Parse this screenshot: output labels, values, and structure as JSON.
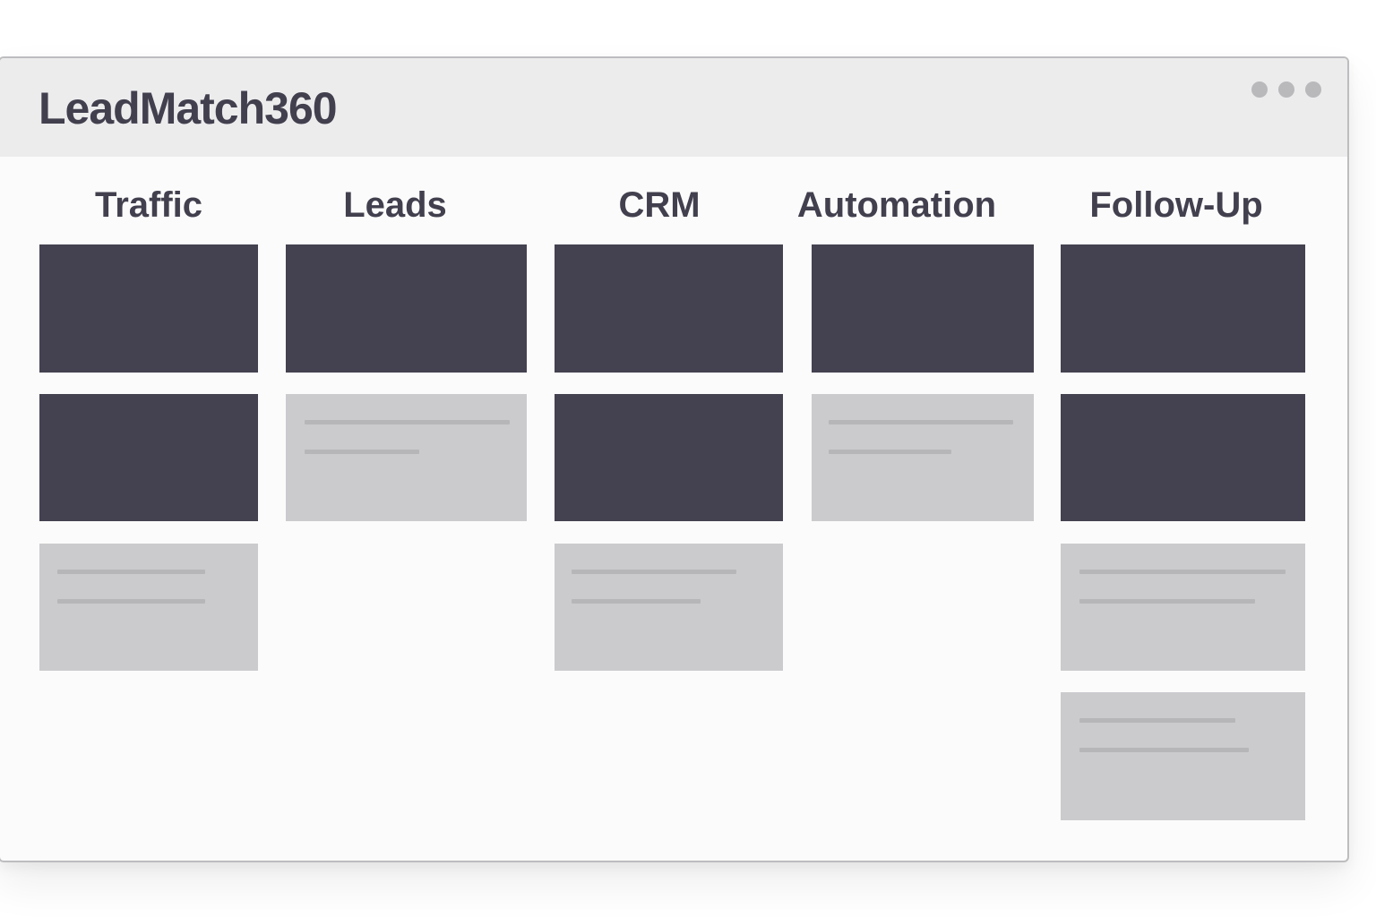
{
  "app": {
    "title": "LeadMatch360"
  },
  "colors": {
    "dark_card": "#444150",
    "light_card": "#cbcbce",
    "text": "#42404e",
    "titlebar": "#ececed"
  },
  "columns": [
    {
      "label": "Traffic"
    },
    {
      "label": "Leads"
    },
    {
      "label": "CRM"
    },
    {
      "label": "Automation"
    },
    {
      "label": "Follow-Up"
    }
  ]
}
